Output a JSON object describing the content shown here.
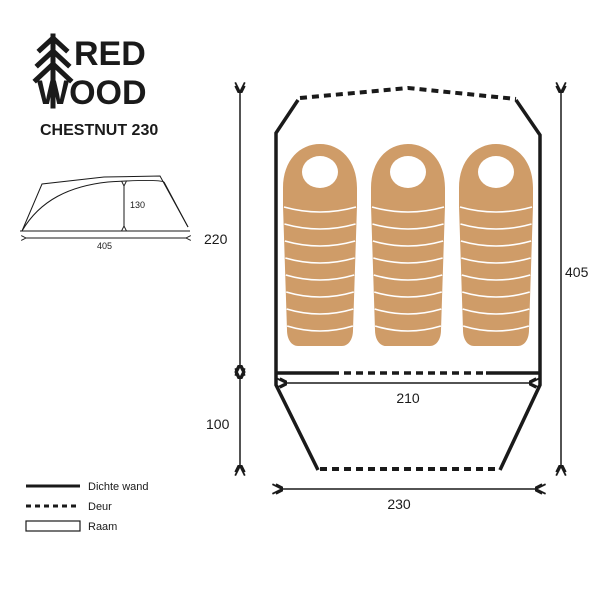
{
  "brand": {
    "line1": "RED",
    "line2": "WOOD",
    "model": "CHESTNUT 230",
    "icon": "pine-tree-icon"
  },
  "side_view": {
    "height_label": "130",
    "length_label": "405"
  },
  "floorplan": {
    "dim_sleeping_depth": "220",
    "dim_porch_depth": "100",
    "dim_total_length": "405",
    "dim_inner_width": "210",
    "dim_outer_width": "230",
    "sleeping_bag_count": 3,
    "sleeping_bag_color": "#cf9c68"
  },
  "legend": {
    "items": [
      {
        "label": "Dichte wand",
        "style": "solid"
      },
      {
        "label": "Deur",
        "style": "dashed"
      },
      {
        "label": "Raam",
        "style": "window"
      }
    ]
  },
  "colors": {
    "ink": "#1a1a1a",
    "bag": "#cf9c68",
    "bag_lines": "#ffffff"
  }
}
